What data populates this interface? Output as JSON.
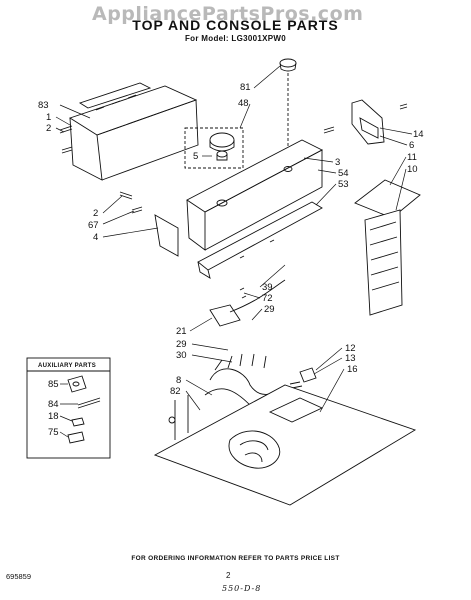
{
  "watermark": "AppliancePartsPros.com",
  "title": "TOP AND CONSOLE PARTS",
  "model_line": "For Model: LG3001XPW0",
  "aux_title": "AUXILIARY PARTS",
  "callouts": {
    "c81": "81",
    "c48": "48",
    "c83": "83",
    "c1": "1",
    "c2a": "2",
    "c5": "5",
    "c14": "14",
    "c6": "6",
    "c11": "11",
    "c10": "10",
    "c3": "3",
    "c54": "54",
    "c53": "53",
    "c2b": "2",
    "c67": "67",
    "c4": "4",
    "c39": "39",
    "c72": "72",
    "c29a": "29",
    "c21": "21",
    "c29b": "29",
    "c30": "30",
    "c12": "12",
    "c13": "13",
    "c16": "16",
    "c8": "8",
    "c82": "82",
    "c85": "85",
    "c84": "84",
    "c18": "18",
    "c75": "75"
  },
  "footer": "FOR ORDERING INFORMATION REFER TO PARTS PRICE LIST",
  "doc_number": "695859",
  "page_number": "2",
  "stamp": "550-D-8"
}
